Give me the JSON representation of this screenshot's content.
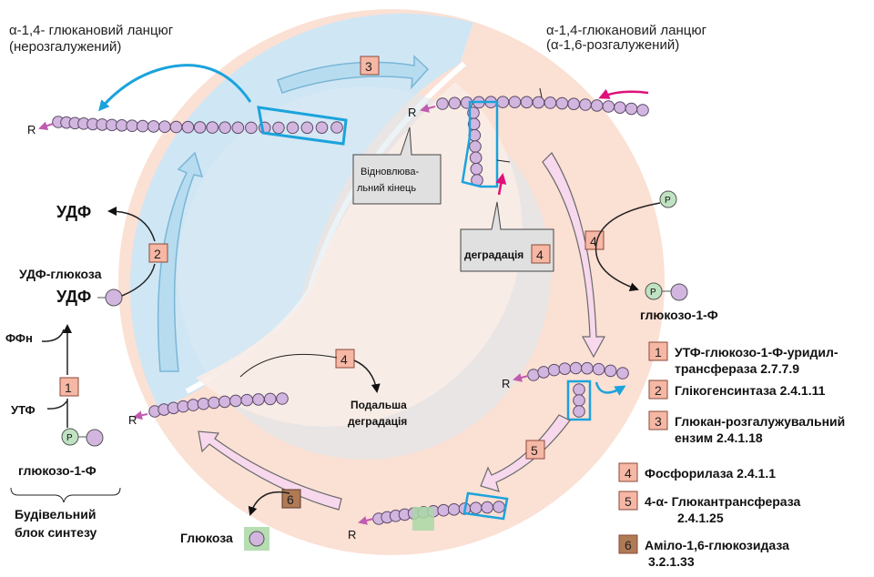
{
  "titles": {
    "left_line1": "α-1,4- глюкановий ланцюг",
    "left_line2": "(нерозгалужений)",
    "right_line1": "α-1,4-глюкановий ланцюг",
    "right_line2": "(α-1,6-розгалужений)"
  },
  "labels": {
    "r": "R",
    "udp_top": "УДФ",
    "udp_glucose": "УДФ-глюкоза",
    "udp_bottom": "УДФ",
    "ppn": "ФФн",
    "utp": "УТФ",
    "glucose1p_left": "глюкозо-1-Ф",
    "glucose1p_right": "глюкозо-1-Ф",
    "builder_line1": "Будівельний",
    "builder_line2": "блок синтезу",
    "p": "P",
    "restore_line1": "Відновлюва-",
    "restore_line2": "льний кінець",
    "degradation": "деградація",
    "further_line1": "Подальша",
    "further_line2": "деградація",
    "glucose": "Глюкоза"
  },
  "steps": {
    "s1": "1",
    "s2": "2",
    "s3": "3",
    "s4": "4",
    "s5": "5",
    "s6": "6"
  },
  "legend": [
    {
      "num": "1",
      "line1": "УТФ-глюкозо-1-Ф-уридил-",
      "line2": "трансфераза 2.7.7.9",
      "color": "#f6b7a4"
    },
    {
      "num": "2",
      "line1": "Глікогенсинтаза 2.4.1.11",
      "line2": "",
      "color": "#f6b7a4"
    },
    {
      "num": "3",
      "line1": "Глюкан-розгалужувальний",
      "line2": "ензим 2.4.1.18",
      "color": "#f6b7a4"
    },
    {
      "num": "4",
      "line1": "Фосфорилаза 2.4.1.1",
      "line2": "",
      "color": "#f6b7a4"
    },
    {
      "num": "5",
      "line1": "4-α- Глюкантрансфераза",
      "line2": "2.4.1.25",
      "color": "#f6b7a4"
    },
    {
      "num": "6",
      "line1": "Аміло-1,6-глюкозидаза",
      "line2": "3.2.1.33",
      "color": "#b07a55"
    }
  ],
  "colors": {
    "synthesis_bg": "#cfe6f5",
    "degradation_bg": "#fbe0d4",
    "glucose_unit": "#d2b6e0",
    "enzyme_box": "#f6b7a4",
    "enzyme6_box": "#b07a55",
    "blue_arrow": "#1ba3dc",
    "magenta_arrow": "#e0107a",
    "phosphate": "#bfe3c2",
    "highlight_green": "#a9d8a5"
  }
}
